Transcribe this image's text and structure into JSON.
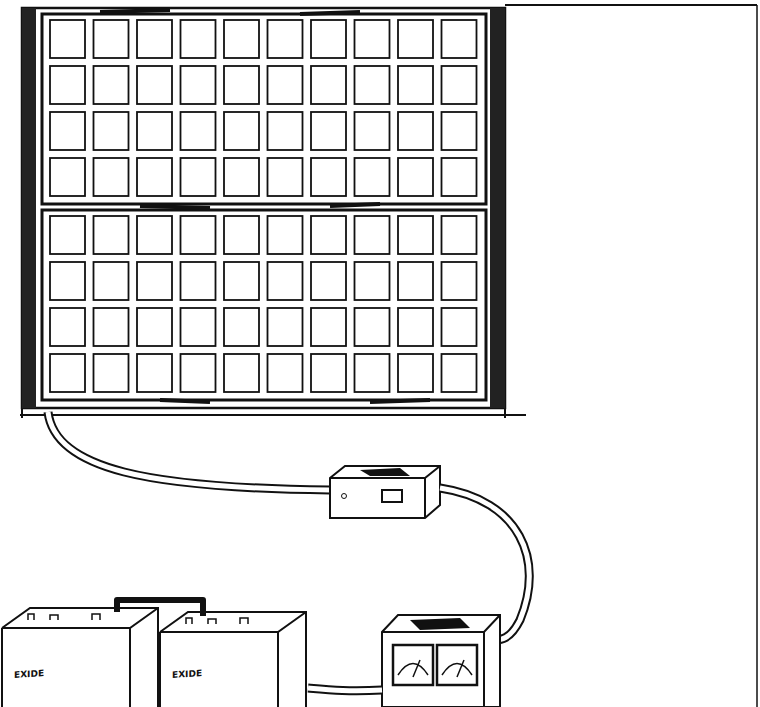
{
  "diagram": {
    "nodes": [
      {
        "text": [
          "EXIDE"
        ]
      },
      {
        "text": [
          "EXIDE"
        ]
      }
    ],
    "edges": [
      {
        "from": 0,
        "to": 1,
        "arrow": "none"
      }
    ]
  }
}
